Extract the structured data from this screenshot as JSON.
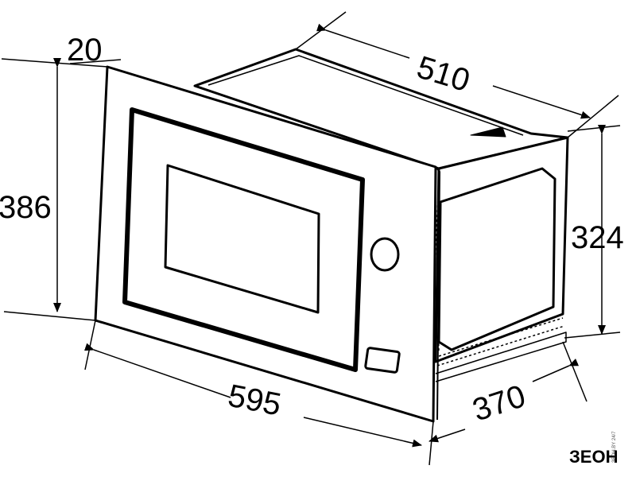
{
  "dimensions": {
    "frame_depth": "20",
    "total_height": "386",
    "total_width": "595",
    "body_width": "510",
    "body_height": "324",
    "body_depth": "370"
  },
  "logo": {
    "brand": "ЗЕОН",
    "tagline": "ЗЕОН.BY 24/7"
  }
}
